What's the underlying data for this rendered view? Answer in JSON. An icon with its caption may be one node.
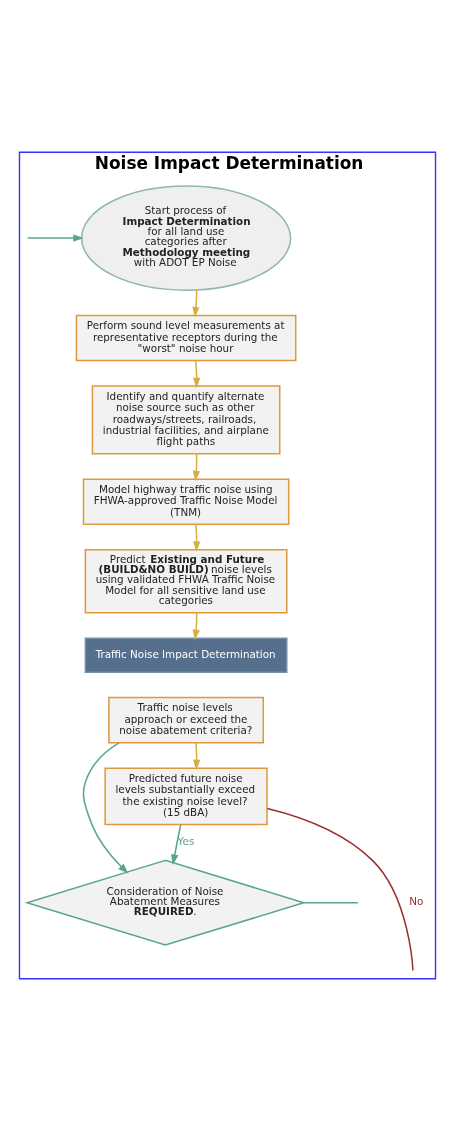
{
  "diagram": {
    "nodes": [
      {
        "text": [
          "Noise Impact Determination"
        ]
      },
      {
        "text": [
          "Start process of **Impact Determination** for all land use categories after **Methodology meeting** with ADOT EP Noise"
        ],
        "in": 0
      },
      {
        "text": [
          "Perform sound level measurements at representative receptors during the \"worst\" noise hour"
        ],
        "in": 0
      },
      {
        "text": [
          "Identify and quantify alternate noise source such as other roadways/streets, railroads, industrial facilities, and airplane flight paths"
        ],
        "in": 0
      },
      {
        "text": [
          "Model highway traffic noise using FHWA-approved Traffic Noise Model (TNM)"
        ],
        "in": 0
      },
      {
        "text": [
          "Predict **Existing and Future (BUILD&NO BUILD)** noise levels using validated FHWA Traffic Noise Model for all sensitive land use categories"
        ],
        "in": 0
      },
      {
        "text": [
          "Traffic Noise Impact Determination"
        ],
        "in": 0
      },
      {
        "text": [
          "Traffic noise levels approach or exceed the noise abatement criteria?"
        ],
        "in": 0
      },
      {
        "text": [
          "Predicted future noise levels substantially exceed the existing noise level? (15 dBA)"
        ],
        "in": 0
      },
      {
        "text": [
          "Consideration of Noise Abatement Measures **REQUIRED**."
        ],
        "in": 0
      }
    ],
    "edges": [
      {
        "from": null,
        "to": 1,
        "arrow": "to",
        "color": "#5aa58a"
      },
      {
        "from": 1,
        "to": 2,
        "arrow": "to"
      },
      {
        "from": 2,
        "to": 3,
        "arrow": "to"
      },
      {
        "from": 3,
        "to": 4,
        "arrow": "to"
      },
      {
        "from": 4,
        "to": 5,
        "arrow": "to"
      },
      {
        "from": 5,
        "to": 6,
        "arrow": "to"
      },
      {
        "from": 7,
        "to": 8,
        "arrow": "to"
      },
      {
        "from": 7,
        "to": 9,
        "arrow": "to",
        "color": "#5aa58a"
      },
      {
        "from": 8,
        "to": 9,
        "arrow": "to",
        "label": "Yes",
        "color": "#5aa58a"
      },
      {
        "from": 9,
        "to": null,
        "arrow": "none",
        "color": "#5aa58a"
      },
      {
        "from": 8,
        "to": null,
        "arrow": "none",
        "label": "No",
        "color": "#9b2f2f"
      }
    ]
  }
}
